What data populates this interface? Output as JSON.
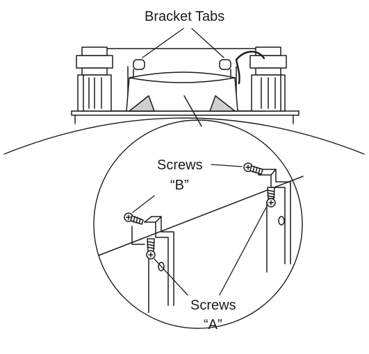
{
  "labels": {
    "bracket_tabs": "Bracket Tabs",
    "screws_b_word": "Screws",
    "screws_b_letter": "“B”",
    "screws_a_word": "Screws",
    "screws_a_letter": "“A”"
  },
  "colors": {
    "line": "#1a1a1a",
    "fill": "#ffffff",
    "shade": "#cfcfcf"
  }
}
